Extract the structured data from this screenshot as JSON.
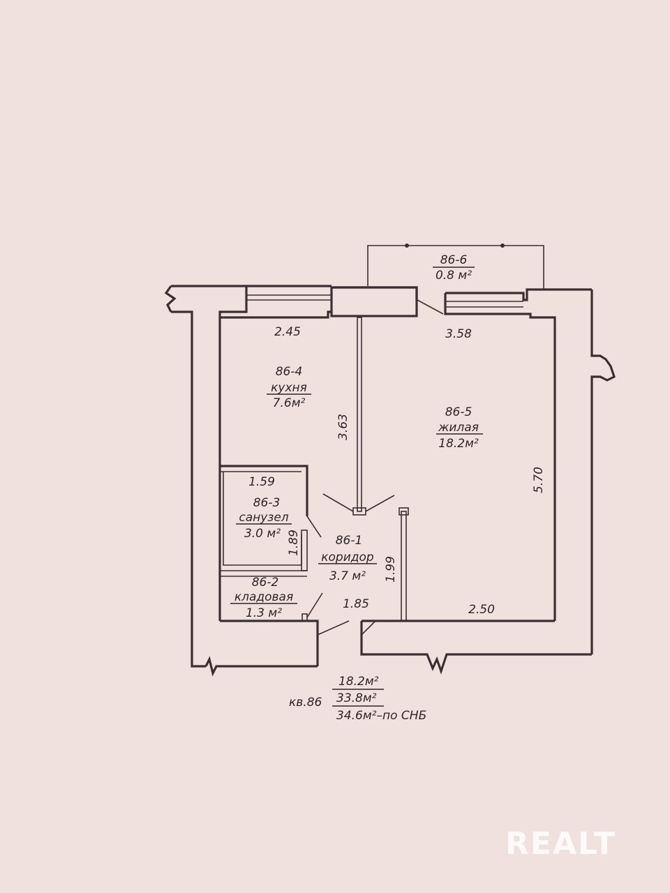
{
  "rooms": [
    {
      "id": "86-4",
      "name": "кухня",
      "area": "7.6м²"
    },
    {
      "id": "86-5",
      "name": "жилая",
      "area": "18.2м²"
    },
    {
      "id": "86-3",
      "name": "санузел",
      "area": "3.0 м²"
    },
    {
      "id": "86-1",
      "name": "коридор",
      "area": "3.7 м²"
    },
    {
      "id": "86-2",
      "name": "кладовая",
      "area": "1.3 м²"
    },
    {
      "id": "86-6",
      "name": "",
      "area": "0.8 м²"
    }
  ],
  "dimensions": {
    "kitchen_width": "2.45",
    "living_width_top": "3.58",
    "kitchen_length": "3.63",
    "living_length": "5.70",
    "bath_width": "1.59",
    "bath_length": "1.89",
    "corridor_length": "1.99",
    "entry_width": "1.85",
    "living_width_bottom": "2.50"
  },
  "summary": {
    "apartment": "кв.86",
    "living_area": "18.2м²",
    "total_area": "33.8м²",
    "snb_area": "34.6м²",
    "snb_suffix": "–по СНБ"
  },
  "watermark": "REALT"
}
